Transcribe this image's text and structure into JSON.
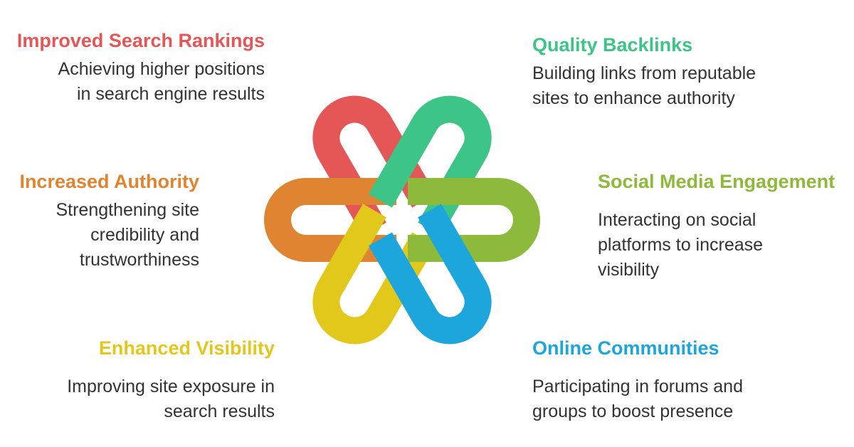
{
  "items": [
    {
      "title": "Improved Search Rankings",
      "desc_lines": [
        "Achieving higher positions",
        "in search engine results"
      ],
      "color": "#E55757"
    },
    {
      "title": "Quality Backlinks",
      "desc_lines": [
        "Building links from reputable",
        "sites to enhance authority"
      ],
      "color": "#3DC587"
    },
    {
      "title": "Increased Authority",
      "desc_lines": [
        "Strengthening site",
        "credibility and",
        "trustworthiness"
      ],
      "color": "#DF8431"
    },
    {
      "title": "Social Media Engagement",
      "desc_lines": [
        "Interacting on social",
        "platforms to increase",
        "visibility"
      ],
      "color": "#8DBA3B"
    },
    {
      "title": "Enhanced Visibility",
      "desc_lines": [
        "Improving site exposure in",
        "search results"
      ],
      "color": "#E3C81C"
    },
    {
      "title": "Online Communities",
      "desc_lines": [
        "Participating in forums and",
        "groups to boost presence"
      ],
      "color": "#1DA6DC"
    }
  ]
}
